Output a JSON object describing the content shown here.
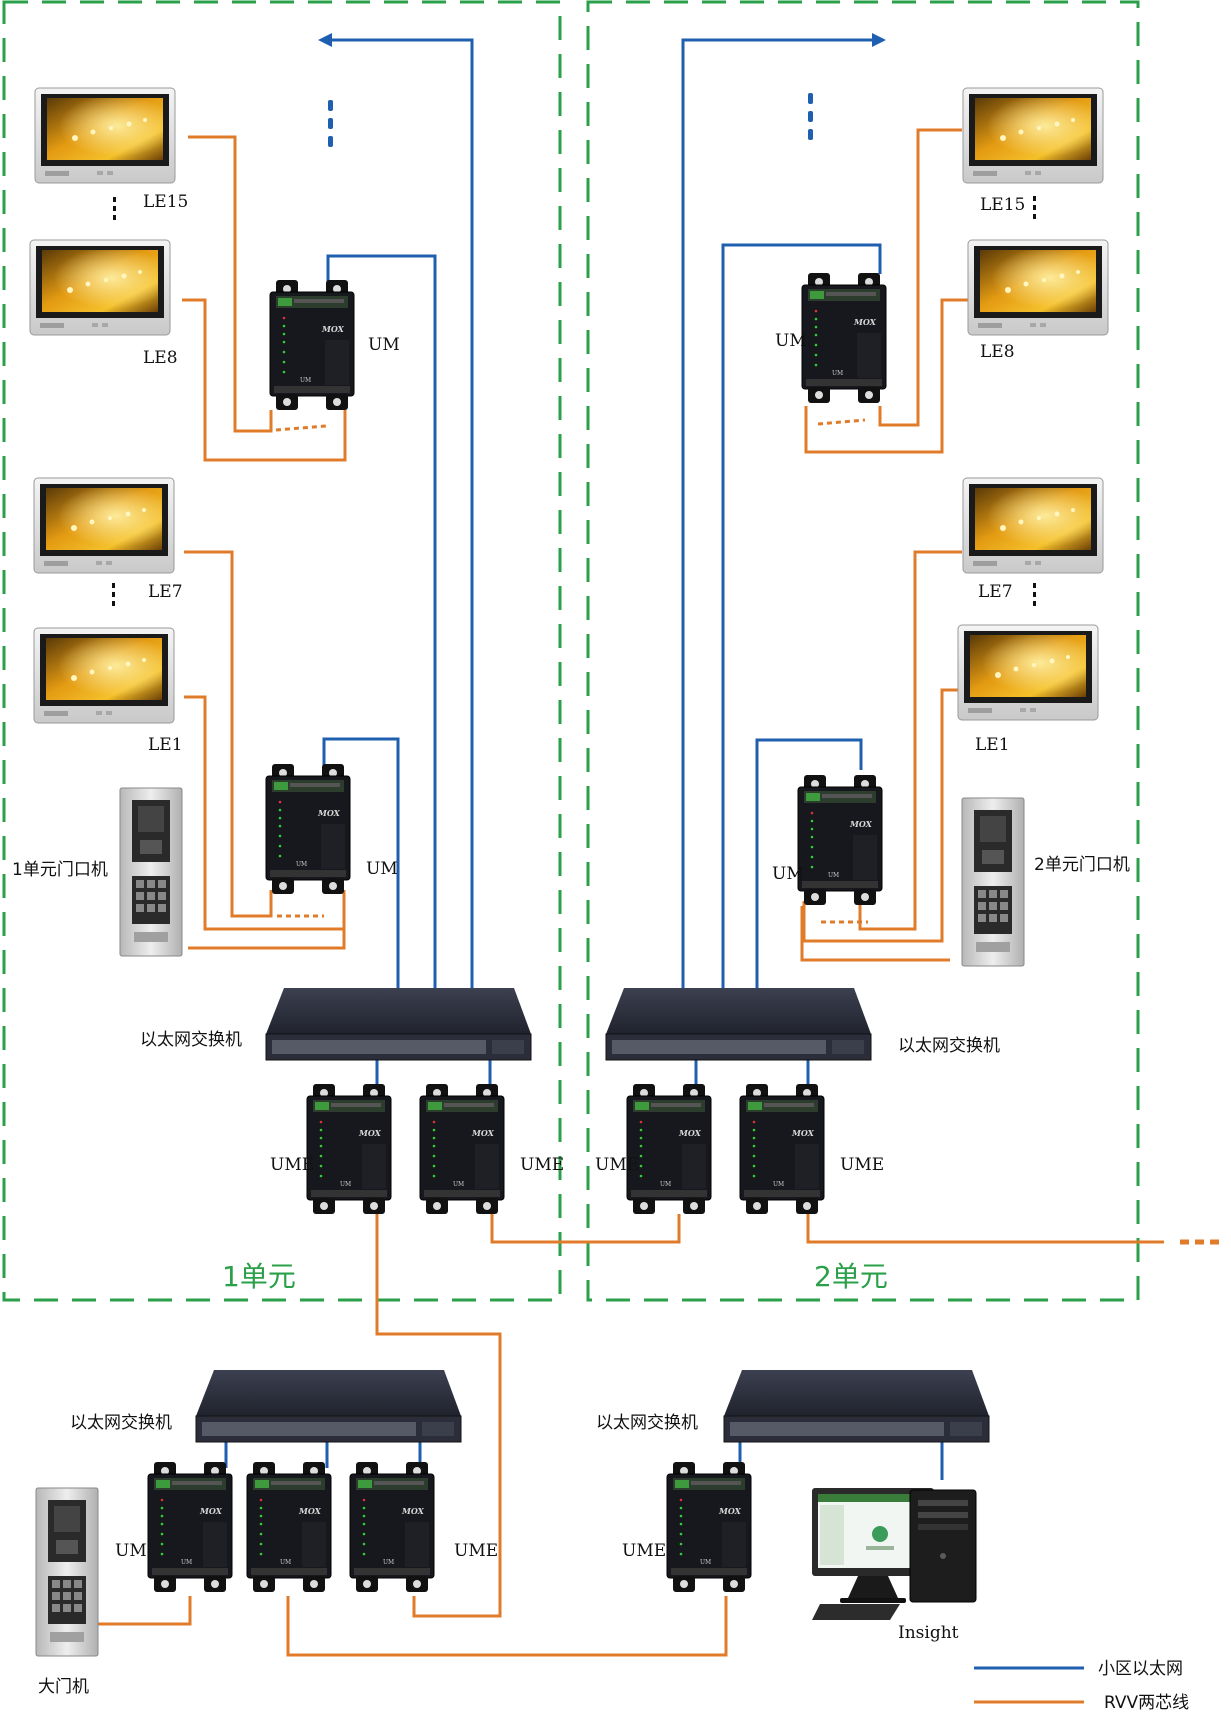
{
  "colors": {
    "ethernet": "#1f5fb0",
    "rvv": "#e07b2a",
    "zone_border": "#2aa04a",
    "unit_label": "#2aa04a"
  },
  "zones": {
    "unit1_label": "1单元",
    "unit2_label": "2单元"
  },
  "monitors": {
    "u1_le15": "LE15",
    "u1_le8": "LE8",
    "u1_le7": "LE7",
    "u1_le1": "LE1",
    "u2_le15": "LE15",
    "u2_le8": "LE8",
    "u2_le7": "LE7",
    "u2_le1": "LE1"
  },
  "modules": {
    "um": "UM",
    "ume": "UME",
    "brand": "MOX",
    "inner": "UM"
  },
  "door_stations": {
    "unit1": "1单元门口机",
    "unit2": "2单元门口机",
    "main_gate": "大门机"
  },
  "switches": {
    "label": "以太网交换机"
  },
  "computer": {
    "label": "Insight"
  },
  "legend": {
    "ethernet": "小区以太网",
    "rvv": "RVV两芯线"
  }
}
